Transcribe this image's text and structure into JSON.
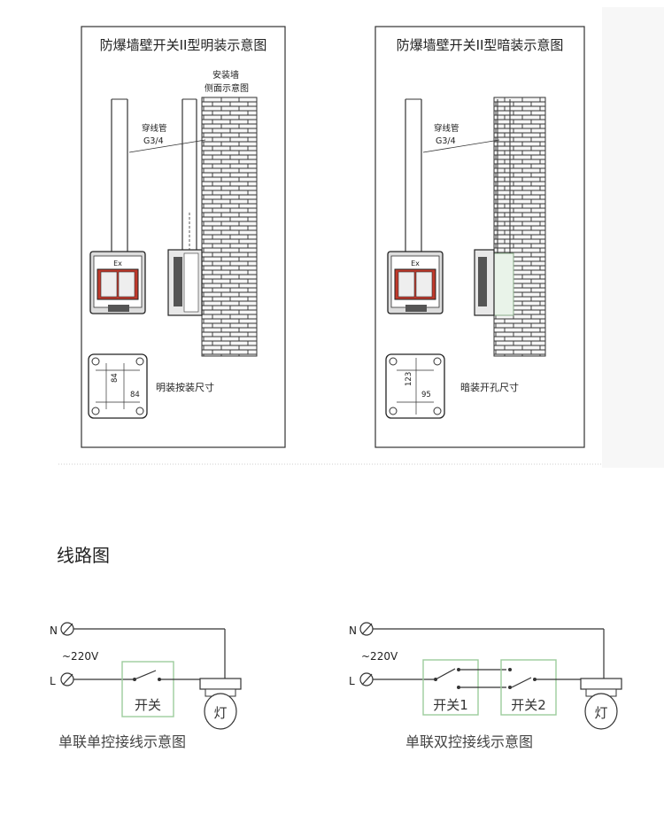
{
  "install": {
    "left": {
      "title": "防爆墙壁开关II型明装示意图",
      "wall_label_line1": "安装墙",
      "wall_label_line2": "侧面示意图",
      "pipe_label_line1": "穿线管",
      "pipe_label_line2": "G3/4",
      "ex_mark": "Ex",
      "dim_a": "84",
      "dim_b": "84",
      "caption": "明装按装尺寸"
    },
    "right": {
      "title": "防爆墙壁开关II型暗装示意图",
      "pipe_label_line1": "穿线管",
      "pipe_label_line2": "G3/4",
      "ex_mark": "Ex",
      "dim_a": "123",
      "dim_b": "95",
      "caption": "暗装开孔尺寸"
    }
  },
  "wiring": {
    "section_title": "线路图",
    "single": {
      "n_label": "N",
      "l_label": "L",
      "voltage": "~220V",
      "switch_label": "开关",
      "lamp_label": "灯",
      "caption": "单联单控接线示意图"
    },
    "double": {
      "n_label": "N",
      "l_label": "L",
      "voltage": "~220V",
      "switch1_label": "开关1",
      "switch2_label": "开关2",
      "lamp_label": "灯",
      "caption": "单联双控接线示意图"
    }
  },
  "colors": {
    "line": "#222222",
    "brick_fill": "#f4f4f4",
    "switch_red": "#c0392b",
    "switch_box_green": "#9ccc9c"
  }
}
